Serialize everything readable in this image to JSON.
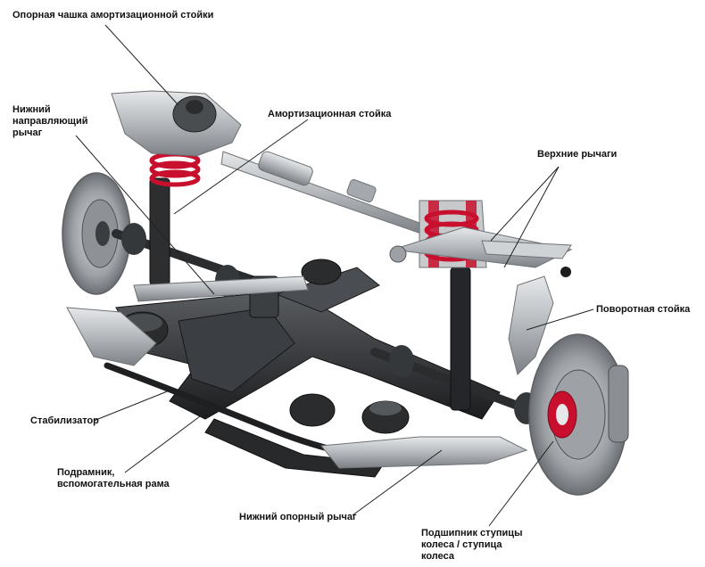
{
  "labels": {
    "strut_mount": "Опорная чашка амортизационной стойки",
    "lower_link": "Нижний\nнаправляющий\nрычаг",
    "shock_strut": "Амортизационная стойка",
    "upper_arms": "Верхние рычаги",
    "knuckle": "Поворотная стойка",
    "stabilizer": "Стабилизатор",
    "subframe": "Подрамник,\nвспомогательная рама",
    "lower_arm": "Нижний опорный рычаг",
    "hub_bearing": "Подшипник ступицы\nколеса / ступица\nколеса"
  },
  "colors": {
    "spring": "#c8102e",
    "frame": "#2b2b2b",
    "metal": "#b9bdc1",
    "leader": "#222222"
  }
}
